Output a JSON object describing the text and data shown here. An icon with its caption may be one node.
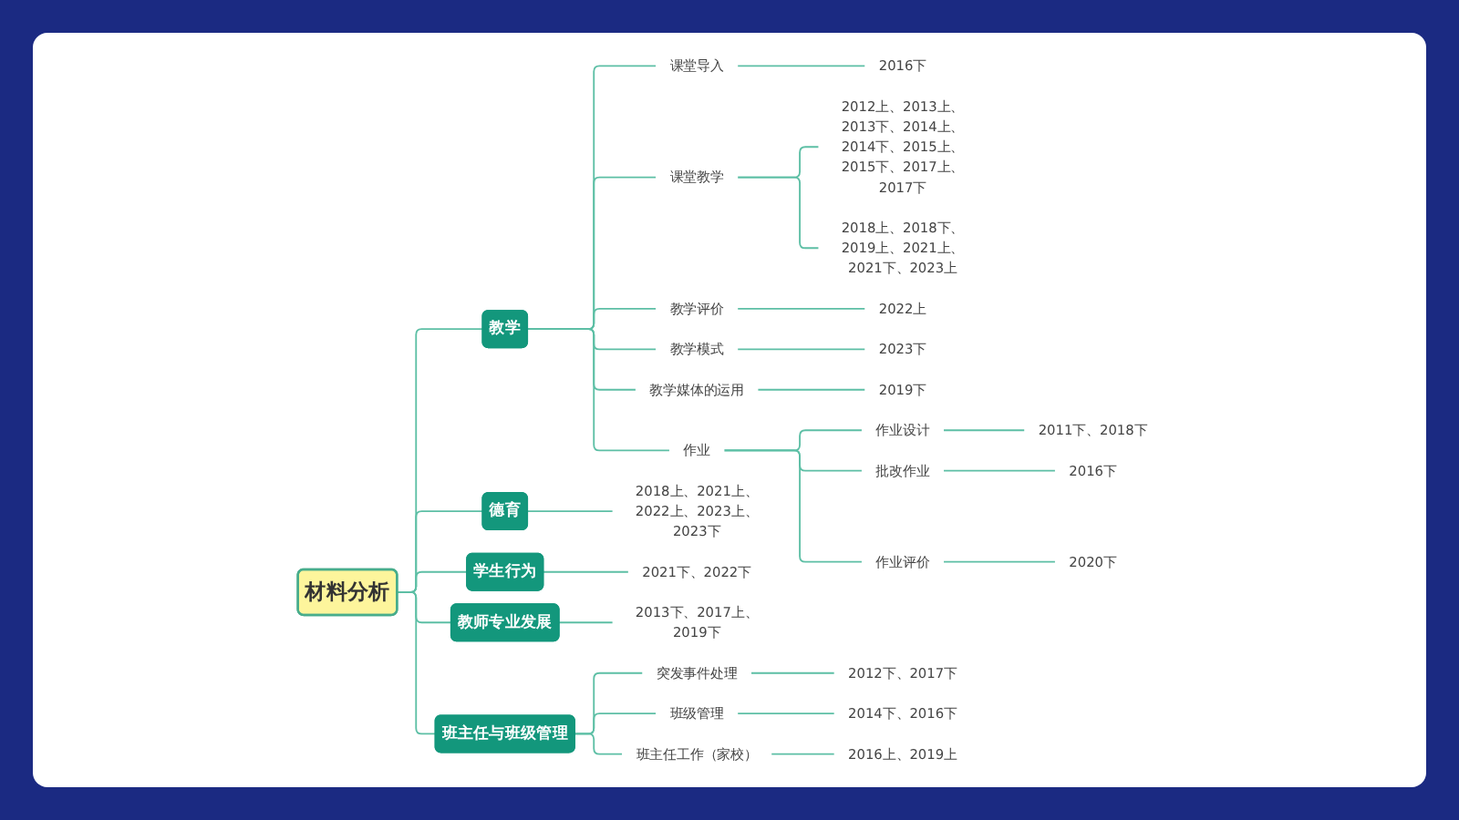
{
  "diagram": {
    "nodes": [
      {
        "text": [
          "材料分析"
        ]
      },
      {
        "text": [
          "教学"
        ]
      },
      {
        "text": [
          "课堂导入"
        ]
      },
      {
        "text": [
          "2016下"
        ]
      },
      {
        "text": [
          "课堂教学"
        ]
      },
      {
        "text": [
          "2012上、2013上、2013下、2014上、2014下、2015上、2015下、2017上、2017下"
        ]
      },
      {
        "text": [
          "2018上、2018下、2019上、2021上、2021下、2023上"
        ]
      },
      {
        "text": [
          "教学评价"
        ]
      },
      {
        "text": [
          "2022上"
        ]
      },
      {
        "text": [
          "教学模式"
        ]
      },
      {
        "text": [
          "2023下"
        ]
      },
      {
        "text": [
          "教学媒体的运用"
        ]
      },
      {
        "text": [
          "2019下"
        ]
      },
      {
        "text": [
          "作业"
        ]
      },
      {
        "text": [
          "作业设计"
        ]
      },
      {
        "text": [
          "2011下、2018下"
        ]
      },
      {
        "text": [
          "批改作业"
        ]
      },
      {
        "text": [
          "2016下"
        ]
      },
      {
        "text": [
          "作业评价"
        ]
      },
      {
        "text": [
          "2020下"
        ]
      },
      {
        "text": [
          "德育"
        ]
      },
      {
        "text": [
          "2018上、2021上、2022上、2023上、2023下"
        ]
      },
      {
        "text": [
          "学生行为"
        ]
      },
      {
        "text": [
          "2021下、2022下"
        ]
      },
      {
        "text": [
          "教师专业发展"
        ]
      },
      {
        "text": [
          "2013下、2017上、2019下"
        ]
      },
      {
        "text": [
          "班主任与班级管理"
        ]
      },
      {
        "text": [
          "突发事件处理"
        ]
      },
      {
        "text": [
          "2012下、2017下"
        ]
      },
      {
        "text": [
          "班级管理"
        ]
      },
      {
        "text": [
          "2014下、2016下"
        ]
      },
      {
        "text": [
          "班主任工作（家校）"
        ]
      },
      {
        "text": [
          "2016上、2019上"
        ]
      }
    ],
    "edges": [
      {
        "from": 0,
        "to": 1,
        "arrow": "none"
      },
      {
        "from": 1,
        "to": 2,
        "arrow": "none"
      },
      {
        "from": 2,
        "to": 3,
        "arrow": "none"
      },
      {
        "from": 1,
        "to": 4,
        "arrow": "none"
      },
      {
        "from": 4,
        "to": 5,
        "arrow": "none"
      },
      {
        "from": 4,
        "to": 6,
        "arrow": "none"
      },
      {
        "from": 1,
        "to": 7,
        "arrow": "none"
      },
      {
        "from": 7,
        "to": 8,
        "arrow": "none"
      },
      {
        "from": 1,
        "to": 9,
        "arrow": "none"
      },
      {
        "from": 9,
        "to": 10,
        "arrow": "none"
      },
      {
        "from": 1,
        "to": 11,
        "arrow": "none"
      },
      {
        "from": 11,
        "to": 12,
        "arrow": "none"
      },
      {
        "from": 1,
        "to": 13,
        "arrow": "none"
      },
      {
        "from": 13,
        "to": 14,
        "arrow": "none"
      },
      {
        "from": 14,
        "to": 15,
        "arrow": "none"
      },
      {
        "from": 13,
        "to": 16,
        "arrow": "none"
      },
      {
        "from": 16,
        "to": 17,
        "arrow": "none"
      },
      {
        "from": 13,
        "to": 18,
        "arrow": "none"
      },
      {
        "from": 18,
        "to": 19,
        "arrow": "none"
      },
      {
        "from": 0,
        "to": 20,
        "arrow": "none"
      },
      {
        "from": 20,
        "to": 21,
        "arrow": "none"
      },
      {
        "from": 0,
        "to": 22,
        "arrow": "none"
      },
      {
        "from": 22,
        "to": 23,
        "arrow": "none"
      },
      {
        "from": 0,
        "to": 24,
        "arrow": "none"
      },
      {
        "from": 24,
        "to": 25,
        "arrow": "none"
      },
      {
        "from": 0,
        "to": 26,
        "arrow": "none"
      },
      {
        "from": 26,
        "to": 27,
        "arrow": "none"
      },
      {
        "from": 27,
        "to": 28,
        "arrow": "none"
      },
      {
        "from": 26,
        "to": 29,
        "arrow": "none"
      },
      {
        "from": 29,
        "to": 30,
        "arrow": "none"
      },
      {
        "from": 26,
        "to": 31,
        "arrow": "none"
      },
      {
        "from": 31,
        "to": 32,
        "arrow": "none"
      }
    ]
  }
}
